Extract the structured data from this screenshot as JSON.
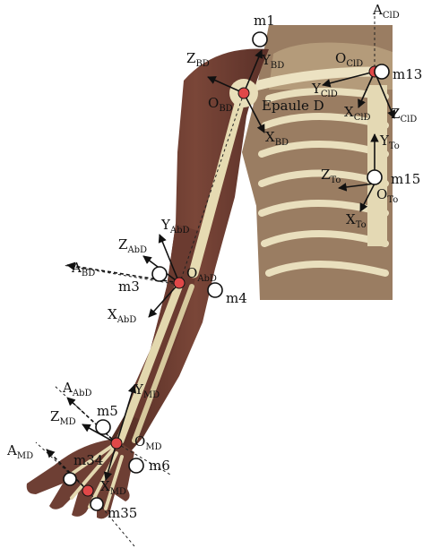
{
  "colors": {
    "skin": "#6e3f34",
    "skin_dark": "#4a2620",
    "bone": "#e7dcb6",
    "bone_shadow": "#bfae86",
    "marker_fill": "#ffffff",
    "joint_fill": "#e04848",
    "arrow": "#111111"
  },
  "diagram": {
    "anatomical_label": "Epaule D",
    "frames": [
      {
        "id": "BD",
        "origin": "O",
        "origin_sub": "BD",
        "axes": [
          {
            "n": "Z",
            "s": "BD"
          },
          {
            "n": "Y",
            "s": "BD"
          },
          {
            "n": "X",
            "s": "BD"
          }
        ]
      },
      {
        "id": "ClD",
        "origin": "O",
        "origin_sub": "ClD",
        "axes": [
          {
            "n": "Y",
            "s": "ClD"
          },
          {
            "n": "X",
            "s": "ClD"
          },
          {
            "n": "Z",
            "s": "ClD"
          }
        ],
        "extra_axis": {
          "n": "A",
          "s": "ClD"
        }
      },
      {
        "id": "To",
        "origin": "O",
        "origin_sub": "To",
        "axes": [
          {
            "n": "Y",
            "s": "To"
          },
          {
            "n": "Z",
            "s": "To"
          },
          {
            "n": "X",
            "s": "To"
          }
        ]
      },
      {
        "id": "AbD",
        "origin": "O",
        "origin_sub": "AbD",
        "axes": [
          {
            "n": "Y",
            "s": "AbD"
          },
          {
            "n": "Z",
            "s": "AbD"
          },
          {
            "n": "X",
            "s": "AbD"
          }
        ],
        "extra_axis": {
          "n": "A",
          "s": "BD"
        }
      },
      {
        "id": "MD",
        "origin": "O",
        "origin_sub": "MD",
        "axes": [
          {
            "n": "Y",
            "s": "MD"
          },
          {
            "n": "Z",
            "s": "MD"
          },
          {
            "n": "X",
            "s": "MD"
          }
        ],
        "extra_axis": {
          "n": "A",
          "s": "AbD"
        },
        "extra_axis_2": {
          "n": "A",
          "s": "MD"
        }
      }
    ],
    "markers": [
      "m1",
      "m13",
      "m15",
      "m3",
      "m4",
      "m5",
      "m6",
      "m34",
      "m35"
    ]
  }
}
